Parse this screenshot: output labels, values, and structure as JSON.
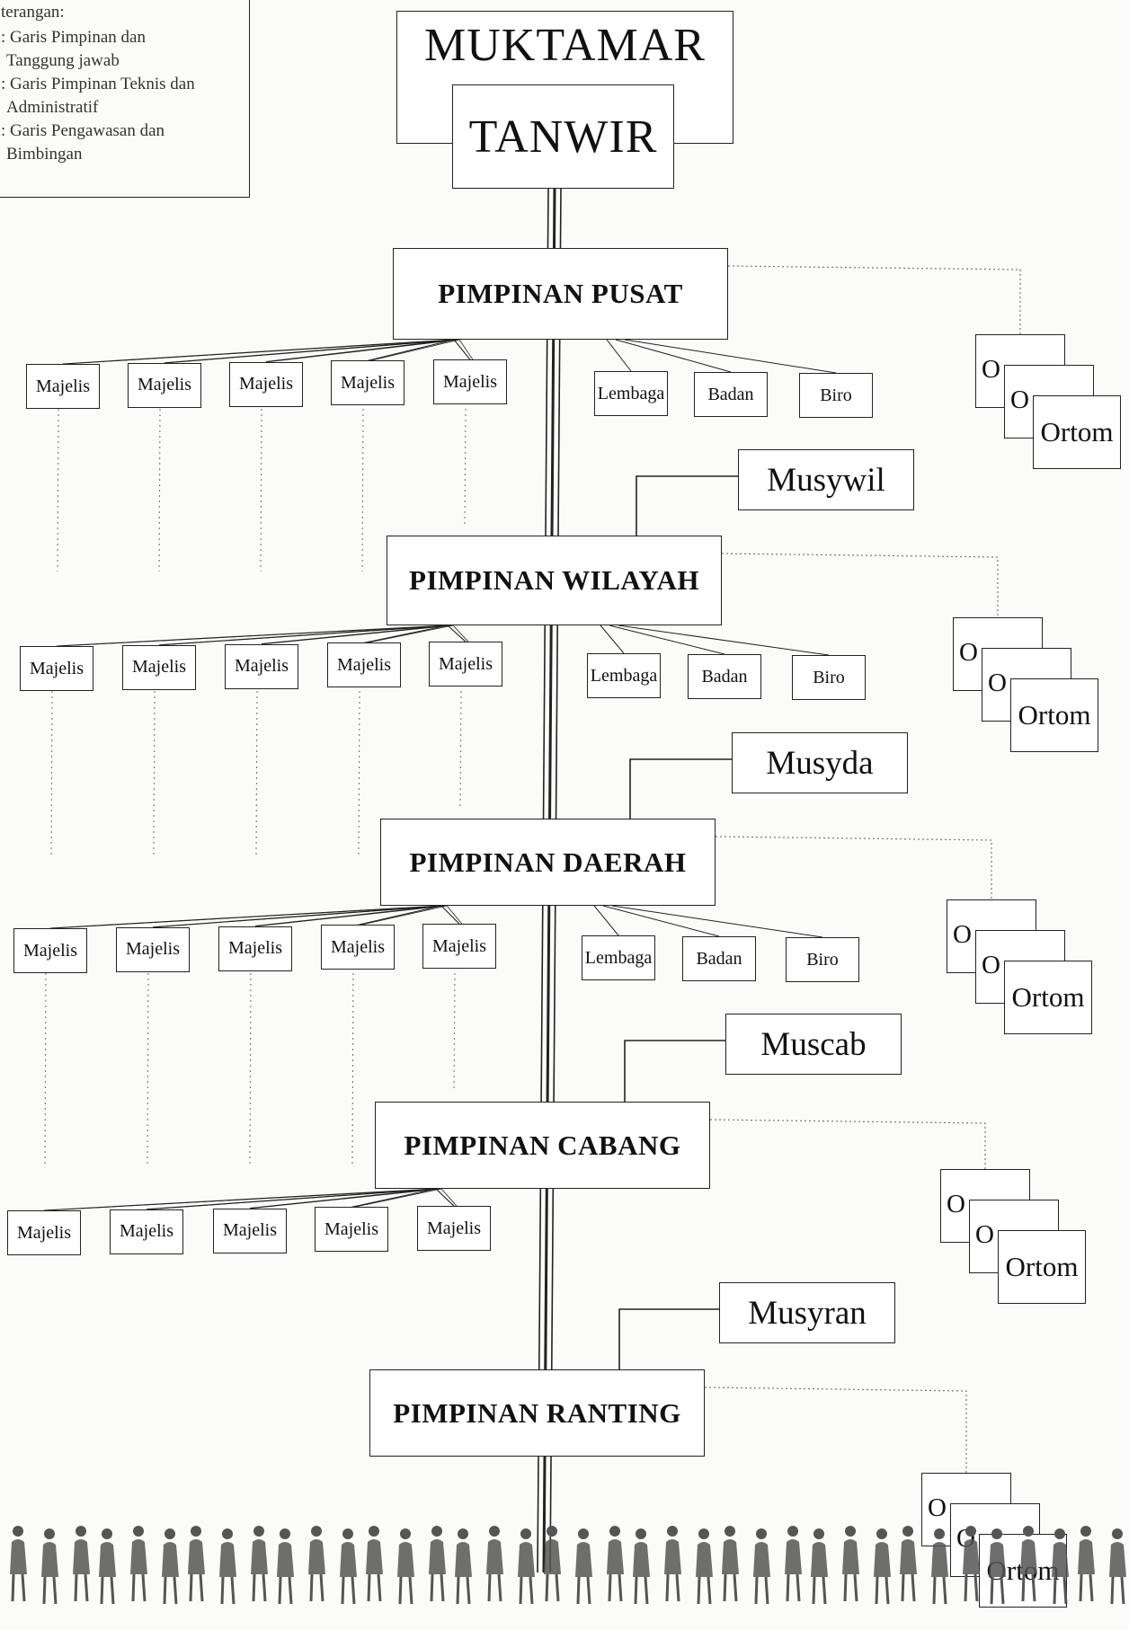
{
  "legend": {
    "title": "terangan:",
    "items": [
      {
        "line1": ": Garis Pimpinan dan",
        "line2": "Tanggung jawab"
      },
      {
        "line1": ": Garis Pimpinan Teknis dan",
        "line2": "Administratif"
      },
      {
        "line1": ": Garis Pengawasan dan",
        "line2": "Bimbingan"
      }
    ]
  },
  "top": {
    "muktamar": "MUKTAMAR",
    "tanwir": "TANWIR"
  },
  "levels": [
    {
      "name": "PIMPINAN PUSAT",
      "musyawarah": "",
      "majelis_count": 5
    },
    {
      "name": "PIMPINAN WILAYAH",
      "musyawarah": "Musywil",
      "majelis_count": 5
    },
    {
      "name": "PIMPINAN DAERAH",
      "musyawarah": "Musyda",
      "majelis_count": 5
    },
    {
      "name": "PIMPINAN CABANG",
      "musyawarah": "Muscab",
      "majelis_count": 5
    },
    {
      "name": "PIMPINAN RANTING",
      "musyawarah": "Musyran",
      "majelis_count": 0
    }
  ],
  "unit_labels": {
    "majelis": "Majelis",
    "lembaga": "Lembaga",
    "badan": "Badan",
    "biro": "Biro",
    "ortom": "Ortom",
    "ortom_stack": "O"
  },
  "colors": {
    "line": "#222222",
    "dotted": "#777777",
    "crowd": "#555555"
  }
}
